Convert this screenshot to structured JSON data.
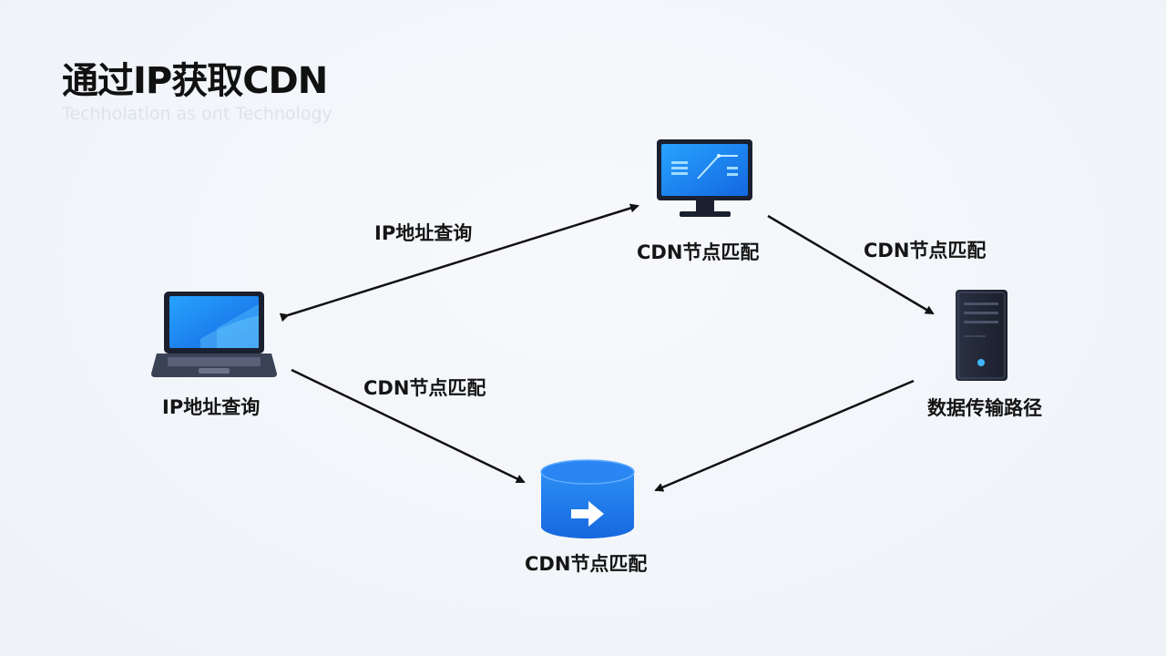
{
  "header": {
    "title": "通过IP获取CDN",
    "subtitle": "Techholation as ont Technology"
  },
  "nodes": {
    "laptop": {
      "label": "IP地址查询",
      "icon": "laptop-icon"
    },
    "monitor": {
      "label": "CDN节点匹配",
      "icon": "monitor-icon"
    },
    "server": {
      "label": "数据传输路径",
      "icon": "server-icon"
    },
    "database": {
      "label": "CDN节点匹配",
      "icon": "database-icon"
    }
  },
  "edges": {
    "laptop_monitor": {
      "label": "IP地址查询"
    },
    "monitor_server": {
      "label": "CDN节点匹配"
    },
    "laptop_database": {
      "label": "CDN节点匹配"
    }
  },
  "colors": {
    "accent": "#1e8ff0",
    "dark": "#1c2233",
    "text": "#151515"
  }
}
